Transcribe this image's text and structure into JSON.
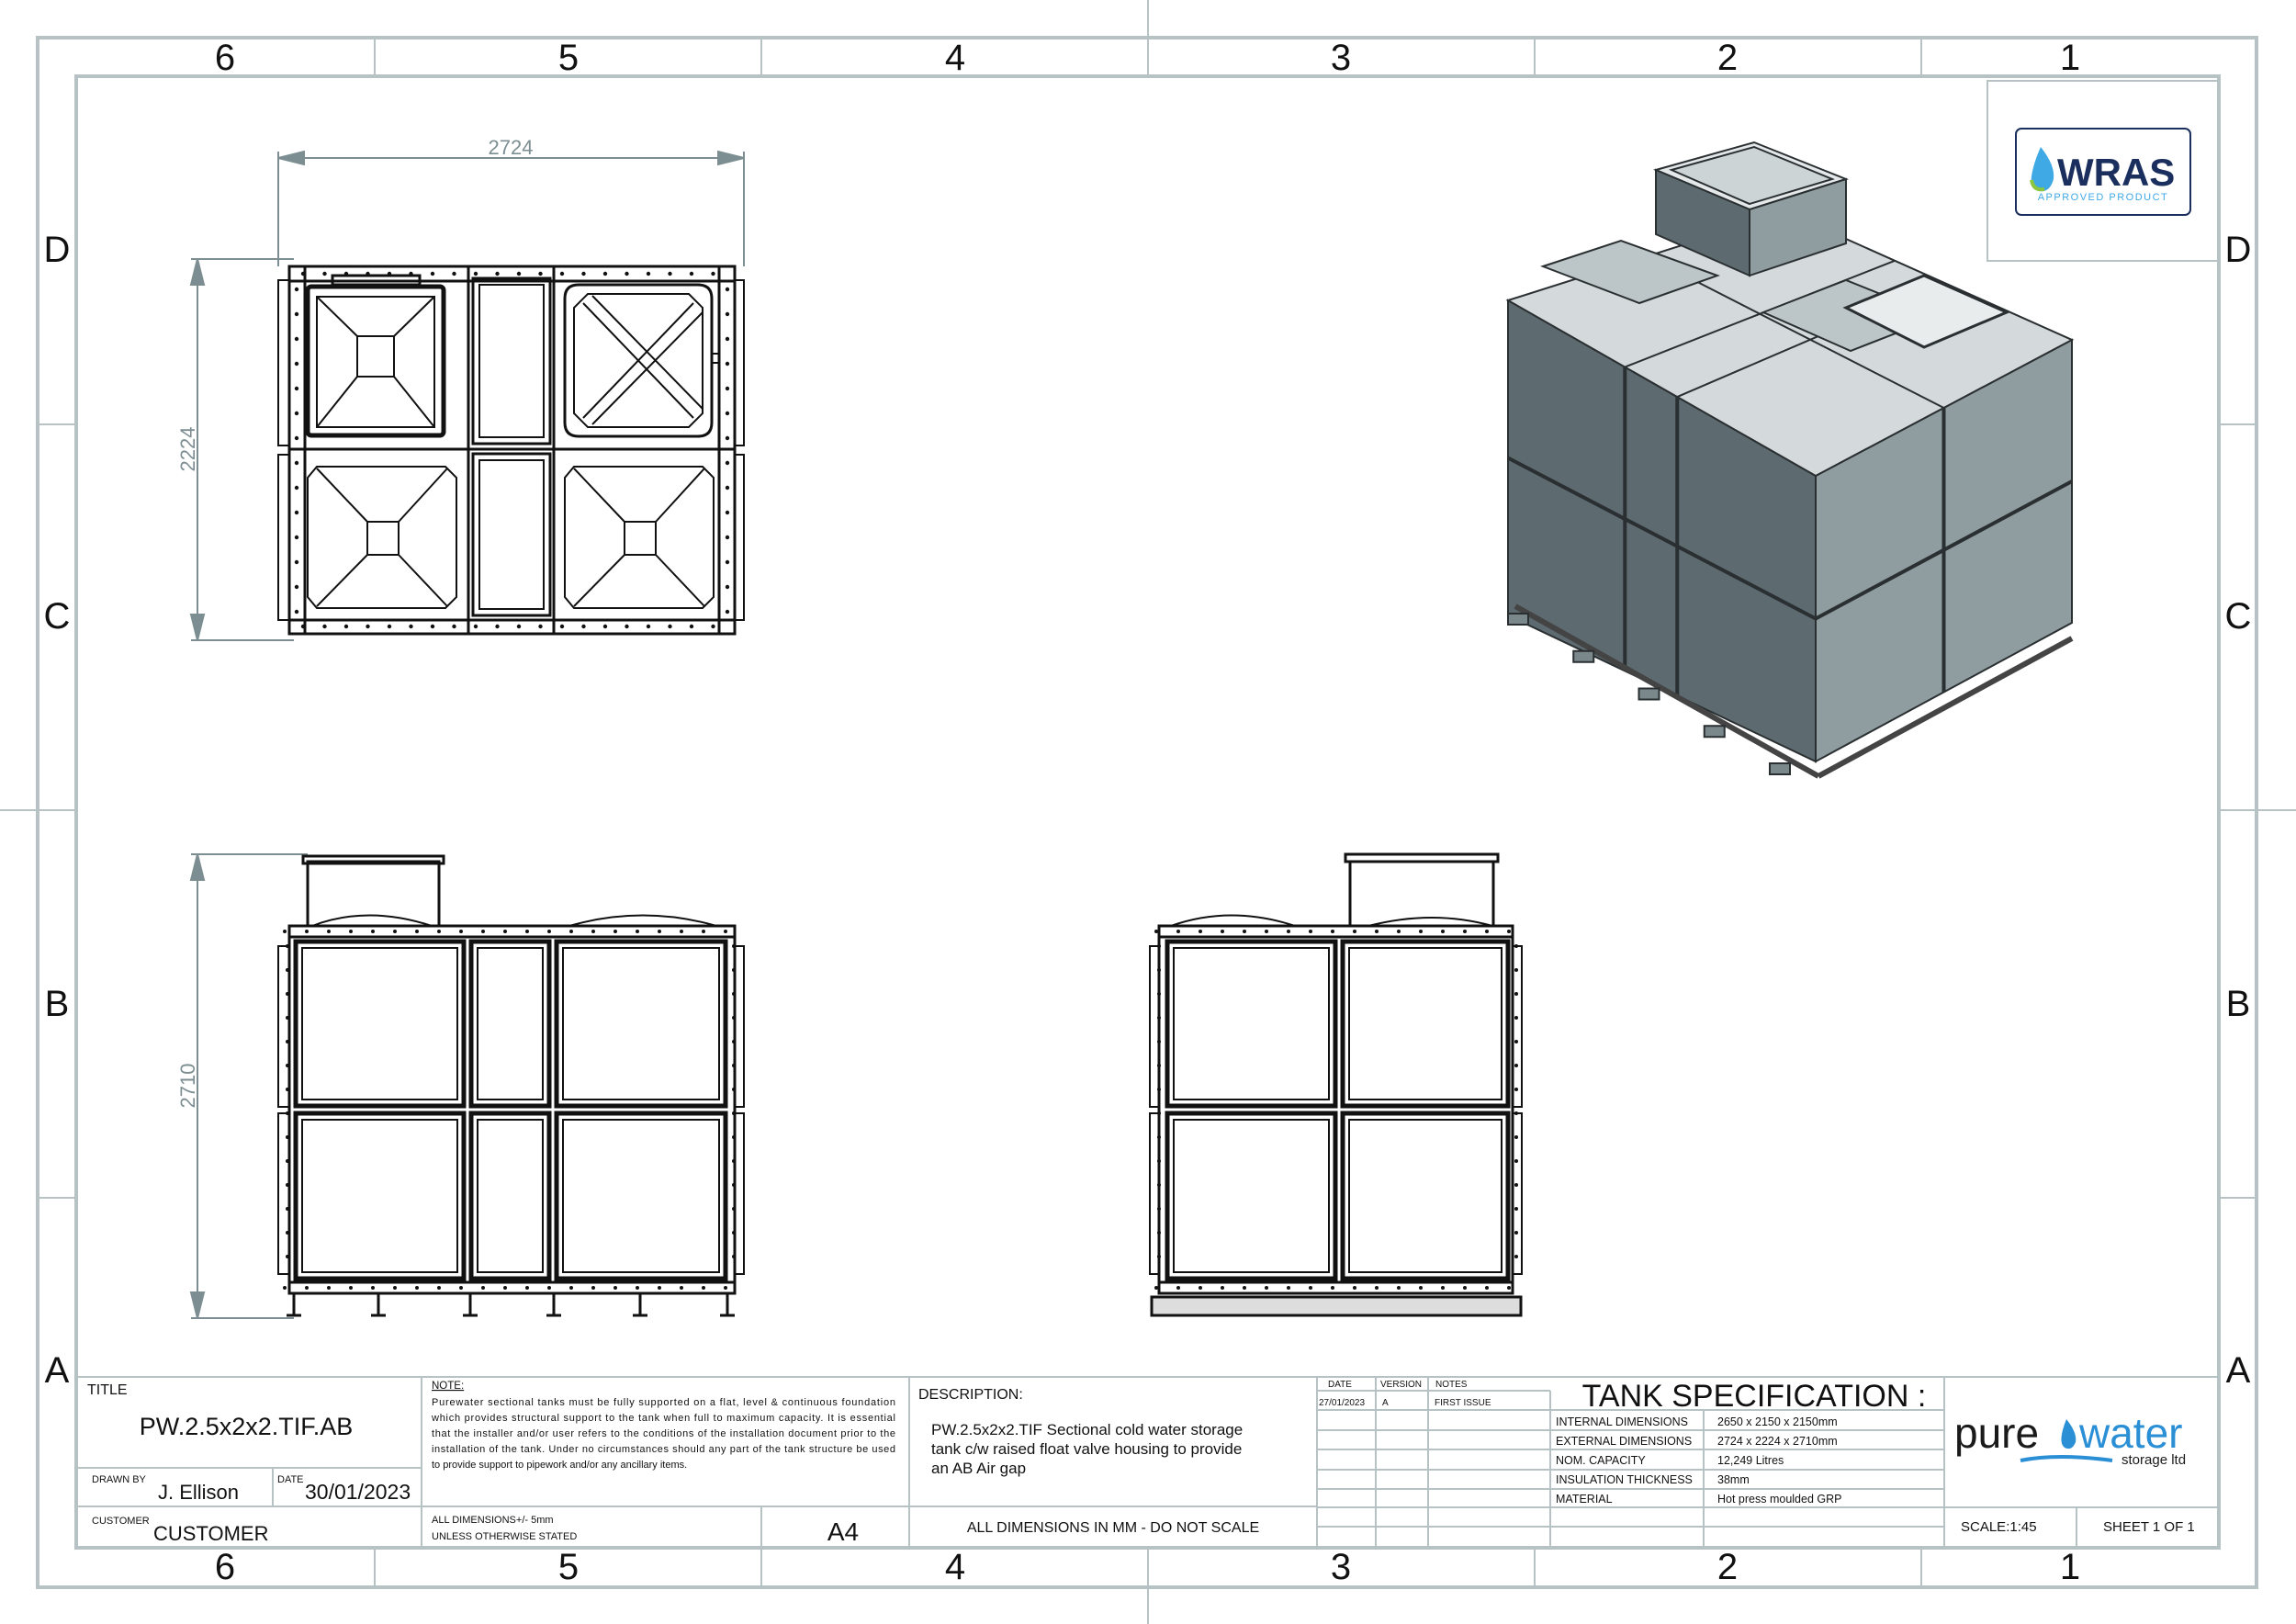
{
  "border": {
    "columns": [
      "6",
      "5",
      "4",
      "3",
      "2",
      "1"
    ],
    "rows": [
      "D",
      "C",
      "B",
      "A"
    ]
  },
  "views": {
    "plan": {
      "width_dim": "2724",
      "depth_dim": "2224"
    },
    "front": {
      "height_dim": "2710"
    }
  },
  "logos": {
    "wras": {
      "name": "WRAS",
      "tagline": "APPROVED PRODUCT"
    },
    "purewater": {
      "word1": "pure",
      "word2": "water",
      "sub": "storage ltd"
    }
  },
  "title_block": {
    "title_label": "TITLE",
    "title": "PW.2.5x2x2.TIF.AB",
    "drawn_by_label": "DRAWN BY",
    "drawn_by": "J. Ellison",
    "date_label": "DATE",
    "date": "30/01/2023",
    "customer_label": "CUSTOMER",
    "customer": "CUSTOMER",
    "note_label": "NOTE:",
    "note_lines": [
      "Purewater sectional tanks must be fully supported on a flat, level & continuous foundation",
      "which provides structural support to the tank when full to maximum capacity. It is essential",
      "that the installer and/or user refers to the conditions of the installation document prior to the",
      "installation of the tank. Under no circumstances should any part of the tank structure be used",
      "to provide support to pipework and/or any ancillary items."
    ],
    "tolerance_line1": "ALL DIMENSIONS+/- 5mm",
    "tolerance_line2": "UNLESS OTHERWISE STATED",
    "sheet_size": "A4",
    "description_label": "DESCRIPTION:",
    "description_lines": [
      "PW.2.5x2x2.TIF Sectional cold water storage",
      "tank c/w raised float valve housing to provide",
      "an AB Air gap"
    ],
    "units_note": "ALL DIMENSIONS IN MM - DO NOT SCALE",
    "revision_headers": {
      "date": "DATE",
      "version": "VERSION",
      "notes": "NOTES"
    },
    "revisions": [
      {
        "date": "27/01/2023",
        "version": "A",
        "notes": "FIRST ISSUE"
      }
    ],
    "spec_title": "TANK SPECIFICATION :",
    "spec": [
      {
        "label": "INTERNAL DIMENSIONS",
        "value": "2650 x 2150 x 2150mm"
      },
      {
        "label": "EXTERNAL DIMENSIONS",
        "value": "2724 x 2224 x 2710mm"
      },
      {
        "label": "NOM. CAPACITY",
        "value": "12,249 Litres"
      },
      {
        "label": "INSULATION THICKNESS",
        "value": "38mm"
      },
      {
        "label": "MATERIAL",
        "value": "Hot press moulded GRP"
      }
    ],
    "scale": "SCALE:1:45",
    "sheet": "SHEET 1 OF 1"
  },
  "colors": {
    "frame": "#b7c2c5",
    "dimension": "#7d8e92",
    "wras_navy": "#1b2f5e",
    "wras_light": "#3fa9e6",
    "purewater_blue": "#2b8fd6"
  }
}
